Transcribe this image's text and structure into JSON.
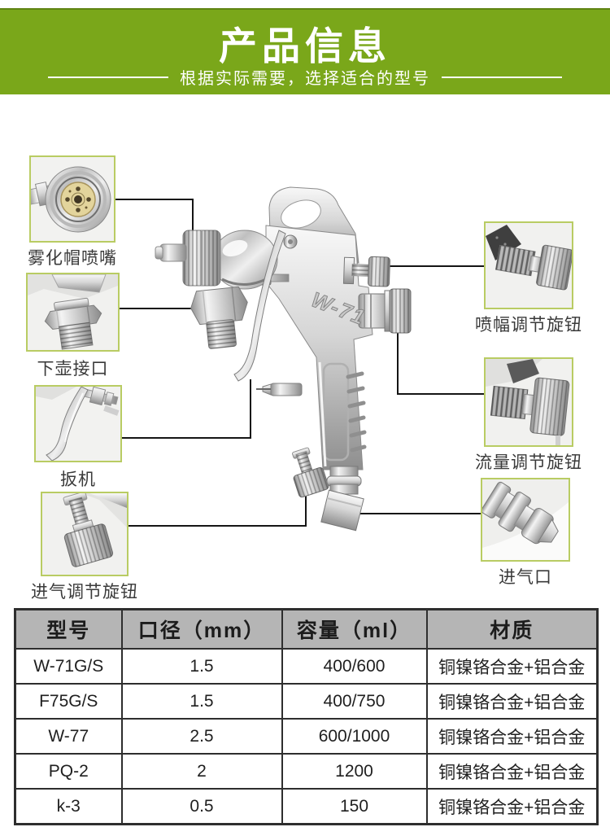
{
  "header": {
    "title": "产品信息",
    "subtitle": "根据实际需要，选择适合的型号",
    "background_color": "#7aa71a",
    "text_color": "#ffffff"
  },
  "diagram": {
    "gun_model_label": "W-71",
    "callout_box_border_color": "#b9cc63",
    "connector_line_color": "#151515",
    "callouts_left": [
      {
        "label": "雾化帽喷嘴",
        "icon": "air-cap-nozzle-photo"
      },
      {
        "label": "下壶接口",
        "icon": "lower-cup-connector-photo"
      },
      {
        "label": "扳机",
        "icon": "trigger-photo"
      },
      {
        "label": "进气调节旋钮",
        "icon": "air-intake-adjust-knob-photo"
      }
    ],
    "callouts_right": [
      {
        "label": "喷幅调节旋钮",
        "icon": "spray-width-adjust-knob-photo"
      },
      {
        "label": "流量调节旋钮",
        "icon": "flow-adjust-knob-photo"
      },
      {
        "label": "进气口",
        "icon": "air-inlet-photo"
      }
    ]
  },
  "table": {
    "headers": [
      "型号",
      "口径（mm）",
      "容量（ml）",
      "材质"
    ],
    "rows": [
      [
        "W-71G/S",
        "1.5",
        "400/600",
        "铜镍铬合金+铝合金"
      ],
      [
        "F75G/S",
        "1.5",
        "400/750",
        "铜镍铬合金+铝合金"
      ],
      [
        "W-77",
        "2.5",
        "600/1000",
        "铜镍铬合金+铝合金"
      ],
      [
        "PQ-2",
        "2",
        "1200",
        "铜镍铬合金+铝合金"
      ],
      [
        "k-3",
        "0.5",
        "150",
        "铜镍铬合金+铝合金"
      ]
    ],
    "header_background": "#b5b5b5",
    "border_color": "#2e2e2e"
  }
}
